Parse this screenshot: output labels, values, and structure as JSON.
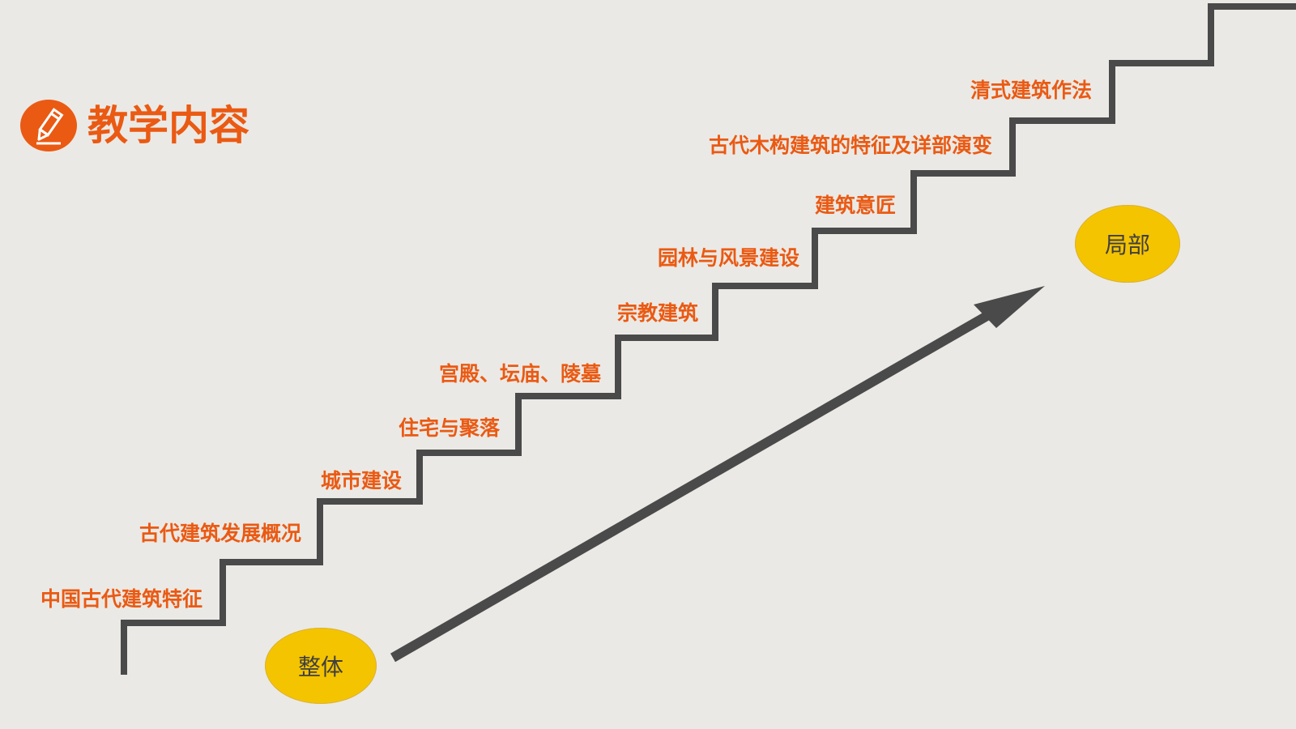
{
  "title": "教学内容",
  "steps": [
    "中国古代建筑特征",
    "古代建筑发展概况",
    "城市建设",
    "住宅与聚落",
    "宫殿、坛庙、陵墓",
    "宗教建筑",
    "园林与风景建设",
    "建筑意匠",
    "古代木构建筑的特征及详部演变",
    "清式建筑作法"
  ],
  "start_label": "整体",
  "end_label": "局部",
  "icons": {
    "title_icon": "pencil-icon"
  },
  "colors": {
    "background": "#ebe9e5",
    "accent": "#ea5a13",
    "stair_line": "#4a4a4a",
    "ellipse_fill": "#f5c400",
    "ellipse_text": "#3f3f3f"
  }
}
